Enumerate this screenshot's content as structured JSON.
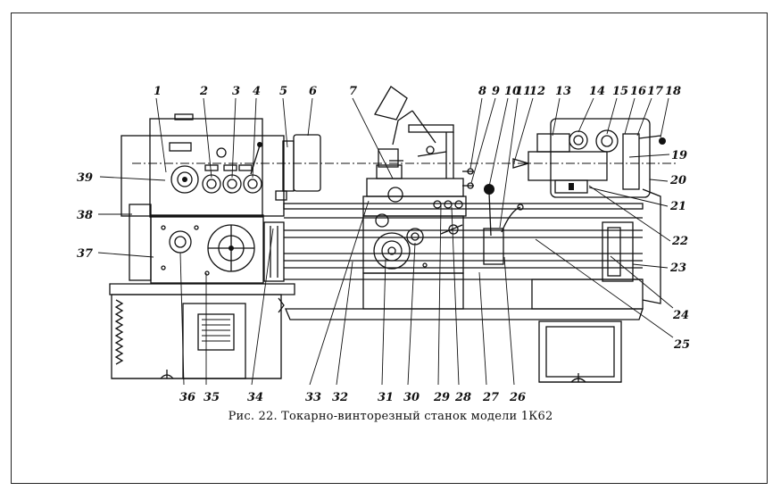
{
  "caption": "Рис. 22. Токарно-винторезный станок модели 1К62",
  "labels": [
    "1",
    "2",
    "3",
    "4",
    "5",
    "6",
    "7",
    "8",
    "9",
    "10",
    "11",
    "12",
    "13",
    "14",
    "15",
    "16",
    "17",
    "18",
    "19",
    "20",
    "21",
    "22",
    "23",
    "24",
    "25",
    "26",
    "27",
    "28",
    "29",
    "30",
    "31",
    "32",
    "33",
    "34",
    "35",
    "36",
    "37",
    "38",
    "39"
  ]
}
